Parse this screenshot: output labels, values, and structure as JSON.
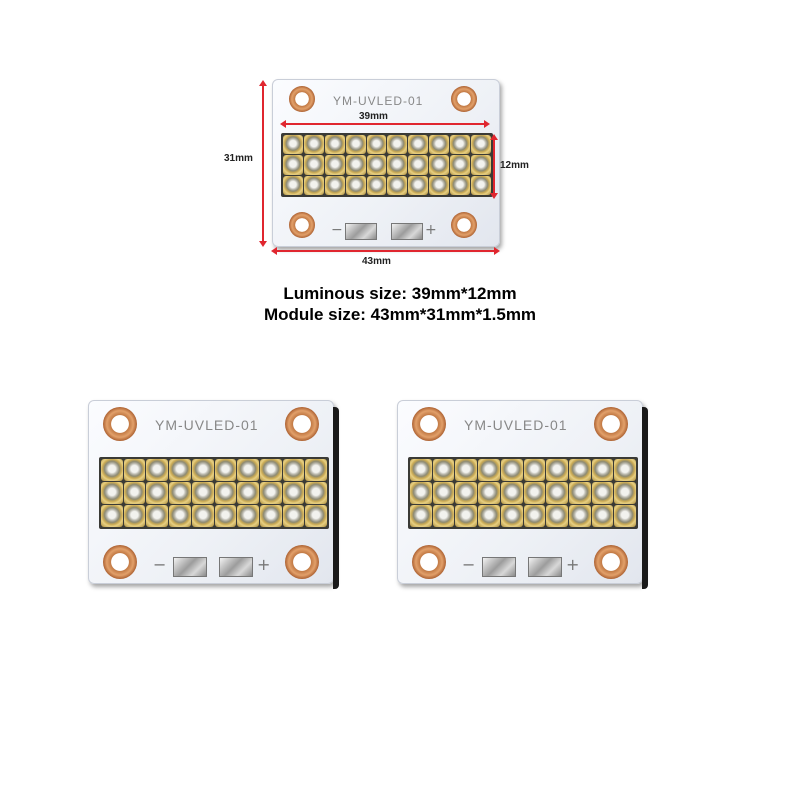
{
  "boards": [
    {
      "id": "top",
      "label": "YM-UVLED-01",
      "minus": "−",
      "plus": "+"
    },
    {
      "id": "bottom-left",
      "label": "YM-UVLED-01",
      "minus": "−",
      "plus": "+"
    },
    {
      "id": "bottom-right",
      "label": "YM-UVLED-01",
      "minus": "−",
      "plus": "+"
    }
  ],
  "dimensions": {
    "luminous_width": "39mm",
    "luminous_height": "12mm",
    "module_height": "31mm",
    "module_width": "43mm"
  },
  "caption": {
    "line1": "Luminous size: 39mm*12mm",
    "line2": "Module size: 43mm*31mm*1.5mm"
  },
  "led_array": {
    "rows": 3,
    "columns": 10
  },
  "colors": {
    "dimension_line": "#e0262f",
    "copper_hole": "#c27a45",
    "board": "#eef1f6"
  }
}
